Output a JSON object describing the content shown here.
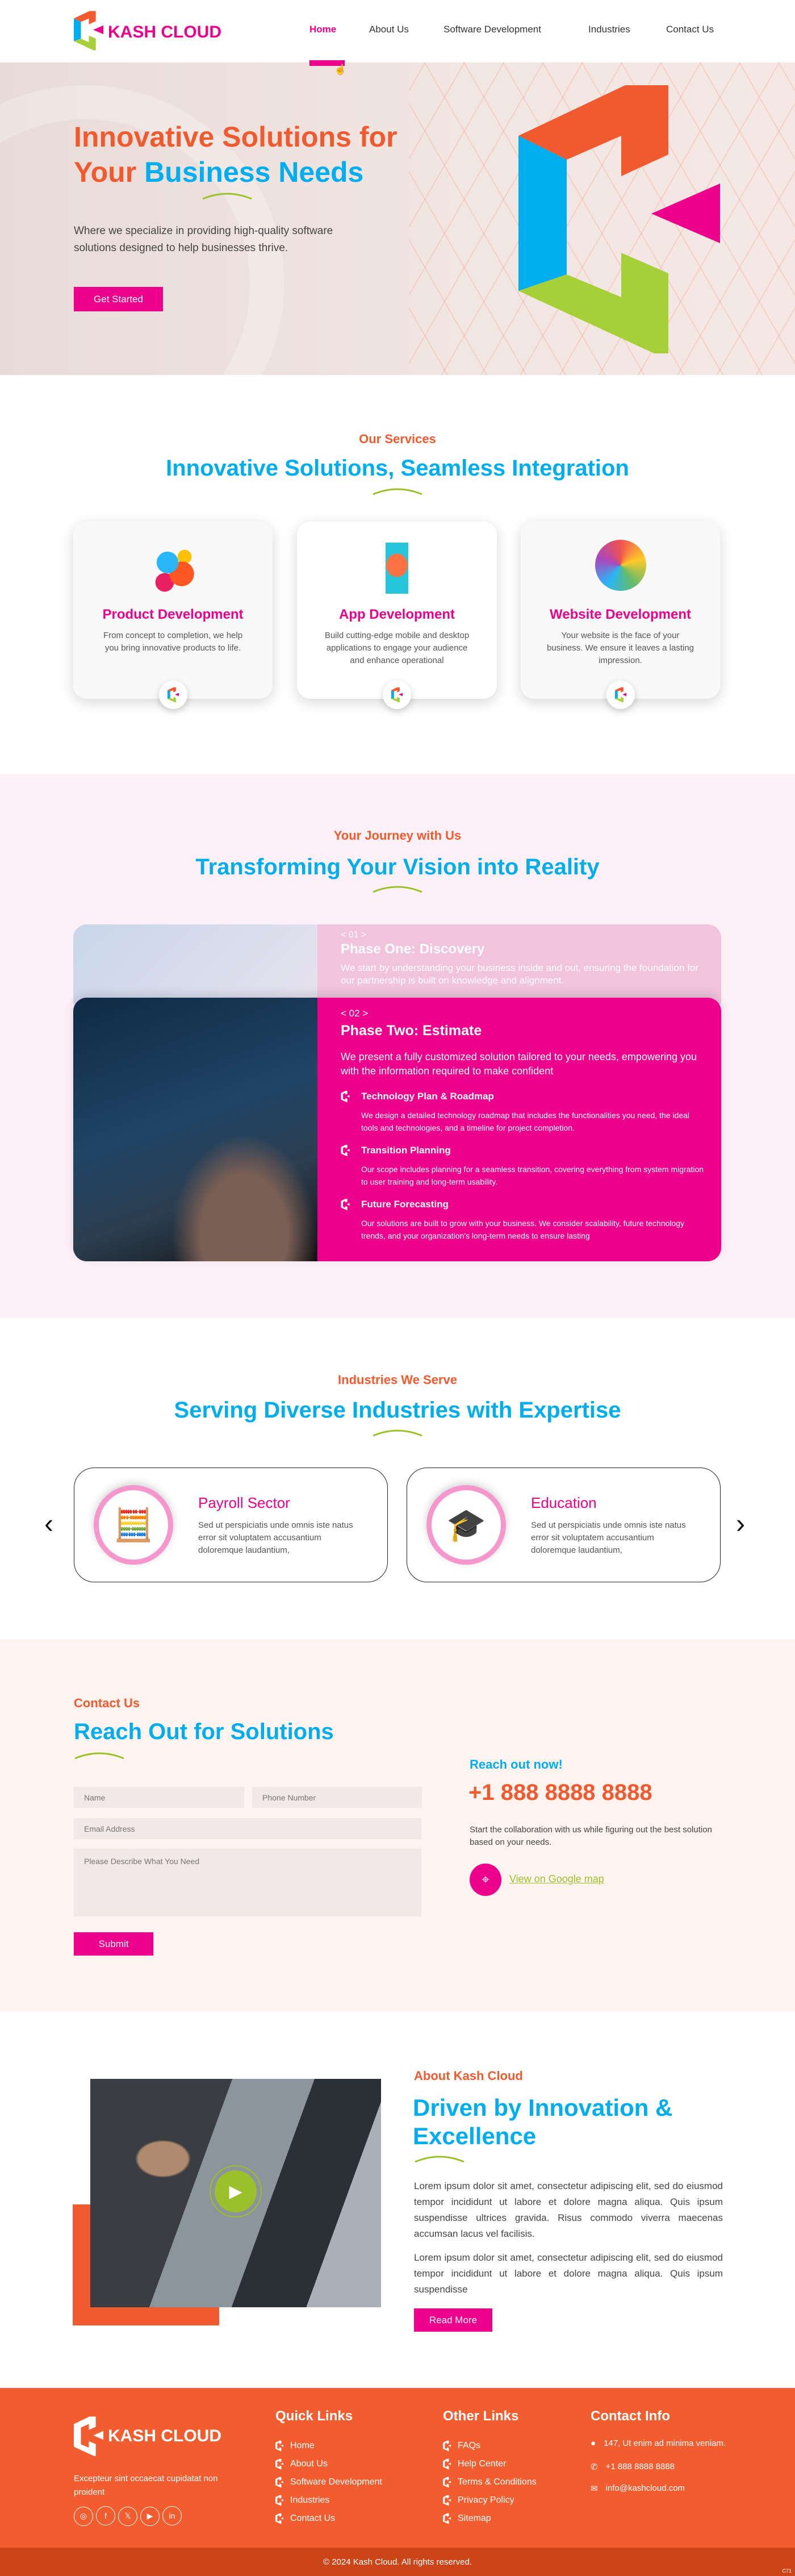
{
  "brand": {
    "name": "KASH CLOUD",
    "colors": {
      "orange": "#f05a2e",
      "blue": "#00aeef",
      "magenta": "#ec008c",
      "green": "#9bc12a"
    }
  },
  "nav": {
    "items": [
      {
        "label": "Home",
        "active": true
      },
      {
        "label": "About Us"
      },
      {
        "label": "Software Development"
      },
      {
        "label": "Industries"
      },
      {
        "label": "Contact Us"
      }
    ]
  },
  "hero": {
    "title_line1": "Innovative Solutions for",
    "title_line2_a": "Your ",
    "title_line2_b": "Business Needs",
    "description": "Where we specialize in providing high-quality software solutions designed to help businesses thrive.",
    "cta": "Get Started"
  },
  "services": {
    "eyebrow": "Our Services",
    "title": "Innovative Solutions, Seamless Integration",
    "cards": [
      {
        "title": "Product Development",
        "description": "From concept to completion, we help you bring innovative products to life.",
        "icon": "product-development-icon"
      },
      {
        "title": "App Development",
        "description": "Build cutting-edge mobile and desktop applications to engage your audience and enhance operational",
        "icon": "app-development-icon"
      },
      {
        "title": "Website Development",
        "description": "Your website is the face of your business. We ensure it leaves a lasting impression.",
        "icon": "website-development-icon"
      }
    ]
  },
  "journey": {
    "eyebrow": "Your Journey with Us",
    "title": "Transforming Your Vision into Reality",
    "phase1": {
      "number": "< 01 >",
      "title": "Phase One: Discovery",
      "description": "We start by understanding your business inside and out, ensuring the foundation for our partnership is built on knowledge and alignment."
    },
    "phase2": {
      "number": "< 02 >",
      "title": "Phase Two: Estimate",
      "description": "We present a fully customized solution tailored to your needs, empowering you with the information required to make confident",
      "items": [
        {
          "title": "Technology Plan & Roadmap",
          "description": "We design a detailed technology roadmap that includes the functionalities you need, the ideal tools and technologies, and a timeline for project completion."
        },
        {
          "title": "Transition Planning",
          "description": "Our scope includes planning for a seamless transition, covering everything from system migration to user training and long-term usability."
        },
        {
          "title": "Future Forecasting",
          "description": "Our solutions are built to grow with your business. We consider scalability, future technology trends, and your organization's long-term needs to ensure lasting"
        }
      ]
    }
  },
  "industries": {
    "eyebrow": "Industries We Serve",
    "title": "Serving Diverse Industries with Expertise",
    "prev": "‹",
    "next": "›",
    "cards": [
      {
        "title": "Payroll Sector",
        "description": "Sed ut perspiciatis unde omnis iste natus error sit voluptatem accusantium doloremque laudantium,",
        "icon": "payroll-icon"
      },
      {
        "title": "Education",
        "description": "Sed ut perspiciatis unde omnis iste natus error sit voluptatem accusantium doloremque laudantium,",
        "icon": "education-icon"
      }
    ]
  },
  "contact": {
    "eyebrow": "Contact Us",
    "title": "Reach Out for Solutions",
    "form": {
      "name_placeholder": "Name",
      "phone_placeholder": "Phone Number",
      "email_placeholder": "Email Address",
      "message_placeholder": "Please Describe What You Need",
      "submit": "Submit"
    },
    "reach_title": "Reach out now!",
    "phone": "+1 888 8888 8888",
    "reach_text": "Start the collaboration with us while figuring out the best solution based on your needs.",
    "map_link": "View on Google map"
  },
  "about": {
    "eyebrow": "About Kash Cloud",
    "title_line1": "Driven by Innovation &",
    "title_line2": "Excellence",
    "p1": "Lorem ipsum dolor sit amet, consectetur adipiscing elit, sed do eiusmod tempor incididunt ut labore et dolore magna aliqua. Quis ipsum suspendisse ultrices gravida. Risus commodo viverra maecenas accumsan lacus vel facilisis.",
    "p2": "Lorem ipsum dolor sit amet, consectetur adipiscing elit, sed do eiusmod tempor incididunt ut labore et dolore magna aliqua. Quis ipsum suspendisse",
    "cta": "Read More"
  },
  "footer": {
    "tagline": "Excepteur sint occaecat cupidatat non proident",
    "socials": [
      {
        "label": "◎",
        "icon": "instagram-icon"
      },
      {
        "label": "f",
        "icon": "facebook-icon"
      },
      {
        "label": "𝕏",
        "icon": "x-icon"
      },
      {
        "label": "▶",
        "icon": "youtube-icon"
      },
      {
        "label": "in",
        "icon": "linkedin-icon"
      }
    ],
    "quick_title": "Quick Links",
    "quick": [
      "Home",
      "About Us",
      "Software Development",
      "Industries",
      "Contact Us"
    ],
    "other_title": "Other Links",
    "other": [
      "FAQs",
      "Help Center",
      "Terms & Conditions",
      "Privacy Policy",
      "Sitemap"
    ],
    "contact_title": "Contact Info",
    "address": "147, Ut enim ad minima veniam.",
    "phone": "+1 888 8888 8888",
    "email": "info@kashcloud.com",
    "copyright": "© 2024 Kash Cloud. All rights reserved.",
    "corner": "C71"
  }
}
